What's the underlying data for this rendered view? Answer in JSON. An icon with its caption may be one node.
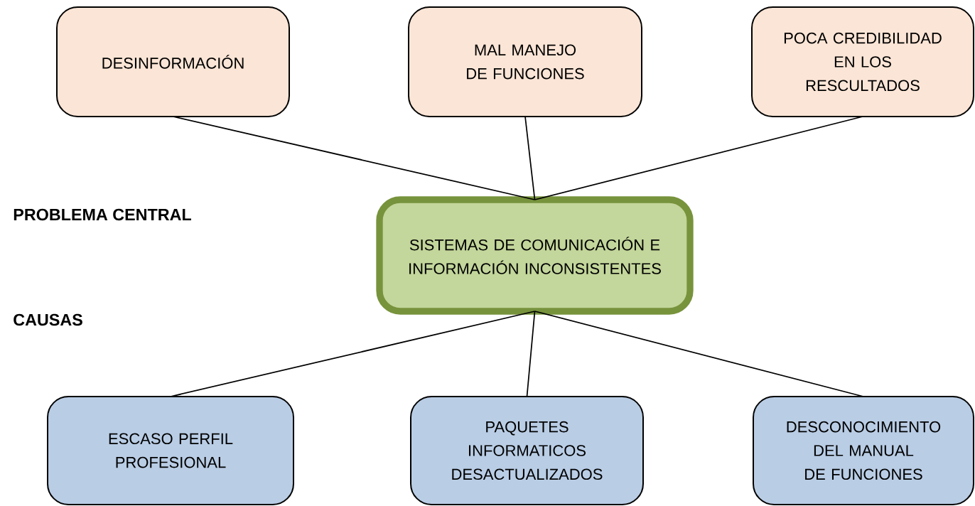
{
  "diagram": {
    "nodes": [
      {
        "text": [
          "DESINFORMACIÓN"
        ]
      },
      {
        "text": [
          "MAL MANEJO DE FUNCIONES"
        ]
      },
      {
        "text": [
          "POCA CREDIBILIDAD EN LOS RESCULTADOS"
        ]
      },
      {
        "text": [
          "SISTEMAS DE COMUNICACIÓN E INFORMACIÓN INCONSISTENTES"
        ]
      },
      {
        "text": [
          "ESCASO PERFIL PROFESIONAL"
        ]
      },
      {
        "text": [
          "PAQUETES INFORMATICOS DESACTUALIZADOS"
        ]
      },
      {
        "text": [
          "DESCONOCIMIENTO DEL MANUAL DE FUNCIONES"
        ]
      }
    ],
    "edges": [
      {
        "from": 0,
        "to": 3,
        "arrow": "none"
      },
      {
        "from": 1,
        "to": 3,
        "arrow": "none"
      },
      {
        "from": 2,
        "to": 3,
        "arrow": "none"
      },
      {
        "from": 3,
        "to": 4,
        "arrow": "none"
      },
      {
        "from": 3,
        "to": 5,
        "arrow": "none"
      },
      {
        "from": 3,
        "to": 6,
        "arrow": "none"
      }
    ],
    "labels": [
      "PROBLEMA CENTRAL",
      "CAUSAS"
    ]
  }
}
